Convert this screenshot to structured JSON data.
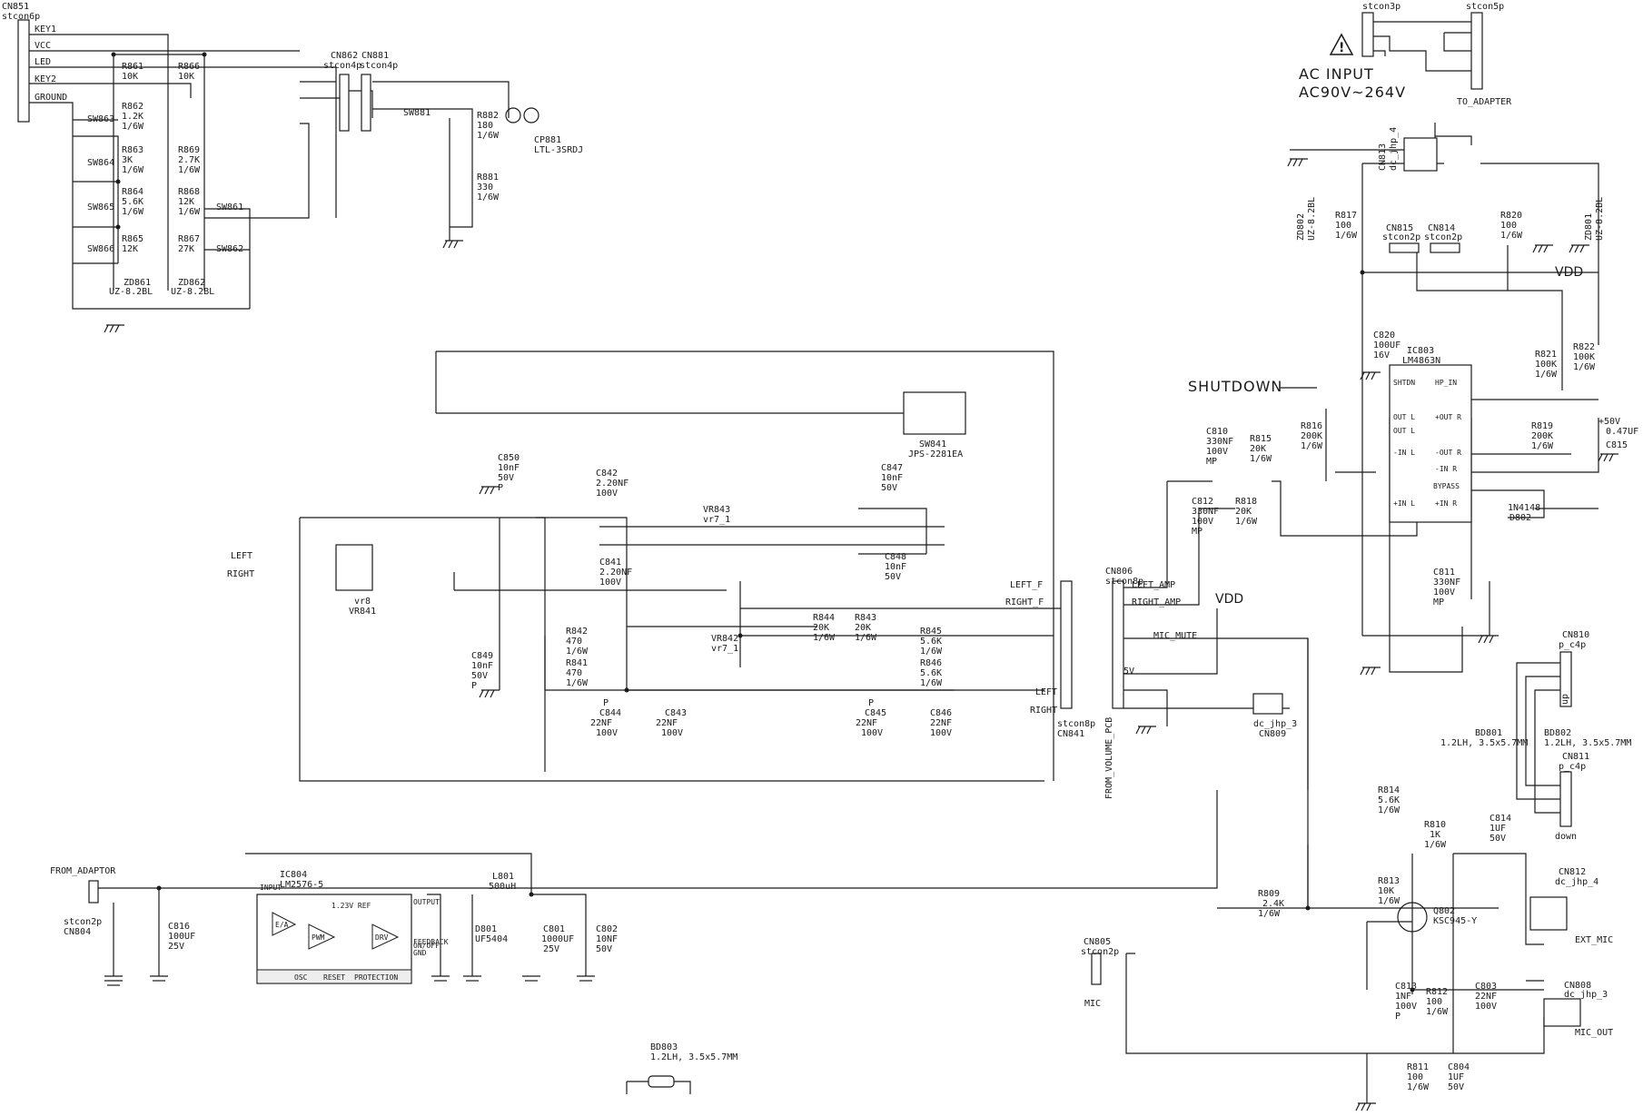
{
  "power_panel": {
    "connector_ref": "CN851",
    "connector_type": "stcon6p",
    "pins": [
      "KEY1",
      "VCC",
      "LED",
      "KEY2",
      "GROUND"
    ],
    "resistors": [
      {
        "ref": "R861",
        "value": "10K"
      },
      {
        "ref": "R862",
        "value": "1.2K",
        "rating": "1/6W"
      },
      {
        "ref": "R863",
        "value": "3K",
        "rating": "1/6W"
      },
      {
        "ref": "R864",
        "value": "5.6K",
        "rating": "1/6W"
      },
      {
        "ref": "R865",
        "value": "12K"
      },
      {
        "ref": "R866",
        "value": "10K"
      },
      {
        "ref": "R869",
        "value": "2.7K",
        "rating": "1/6W"
      },
      {
        "ref": "R868",
        "value": "12K",
        "rating": "1/6W"
      },
      {
        "ref": "R867",
        "value": "27K"
      },
      {
        "ref": "R882",
        "value": "180",
        "rating": "1/6W"
      },
      {
        "ref": "R881",
        "value": "330",
        "rating": "1/6W"
      }
    ],
    "switches": [
      "SW863",
      "SW864",
      "SW865",
      "SW866",
      "SW861",
      "SW862",
      "SW881"
    ],
    "zeners": [
      {
        "ref": "ZD861",
        "part": "UZ-8.2BL"
      },
      {
        "ref": "ZD862",
        "part": "UZ-8.2BL"
      }
    ],
    "connectors": [
      {
        "ref": "CN862",
        "type": "stcon4p"
      },
      {
        "ref": "CN881",
        "type": "stcon4p"
      }
    ],
    "led": {
      "ref": "CP881",
      "part": "LTL-3SRDJ"
    }
  },
  "ac_input": {
    "warning_icon": "warning-triangle-icon",
    "title": "AC INPUT",
    "range": "AC90V~264V",
    "left_connector": "stcon3p",
    "right_connector": "stcon5p",
    "output_label": "TO_ADAPTER"
  },
  "volume_section": {
    "switch": {
      "ref": "SW841",
      "part": "JPS-2281EA"
    },
    "capacitors": [
      {
        "ref": "C850",
        "value": "10nF",
        "rating": "50V",
        "note": "P"
      },
      {
        "ref": "C842",
        "value": "2.20NF",
        "rating": "100V"
      },
      {
        "ref": "C841",
        "value": "2.20NF",
        "rating": "100V"
      },
      {
        "ref": "C847",
        "value": "10nF",
        "rating": "50V"
      },
      {
        "ref": "C848",
        "value": "10nF",
        "rating": "50V"
      },
      {
        "ref": "C849",
        "value": "10nF",
        "rating": "50V",
        "note": "P"
      },
      {
        "ref": "C844",
        "value": "22NF",
        "rating": "100V",
        "note": "P"
      },
      {
        "ref": "C843",
        "value": "22NF",
        "rating": "100V"
      },
      {
        "ref": "C845",
        "value": "22NF",
        "rating": "100V",
        "note": "P"
      },
      {
        "ref": "C846",
        "value": "22NF",
        "rating": "100V"
      }
    ],
    "pots": [
      {
        "ref": "VR843",
        "type": "vr7_1"
      },
      {
        "ref": "VR842",
        "type": "vr7_1"
      },
      {
        "ref": "VR841",
        "type": "vr8"
      }
    ],
    "resistors": [
      {
        "ref": "R842",
        "value": "470",
        "rating": "1/6W"
      },
      {
        "ref": "R841",
        "value": "470",
        "rating": "1/6W"
      },
      {
        "ref": "R844",
        "value": "20K",
        "rating": "1/6W"
      },
      {
        "ref": "R843",
        "value": "20K",
        "rating": "1/6W"
      },
      {
        "ref": "R845",
        "value": "5.6K",
        "rating": "1/6W"
      },
      {
        "ref": "R846",
        "value": "5.6K",
        "rating": "1/6W"
      }
    ],
    "inputs": [
      "LEFT",
      "RIGHT"
    ],
    "connector": {
      "ref": "CN841",
      "type": "stcon8p",
      "net_name": "FROM_VOLUME_PCB"
    },
    "signals": [
      "LEFT_F",
      "RIGHT_F",
      "LEFT",
      "RIGHT"
    ]
  },
  "amp_section": {
    "connector": {
      "ref": "CN806",
      "type": "stcon8p"
    },
    "nets": [
      "LEFT_AMP",
      "RIGHT_AMP",
      "MIC_MUTE",
      "5V"
    ],
    "vdd_label": "VDD",
    "shutdown_label": "SHUTDOWN",
    "ic": {
      "ref": "IC803",
      "part": "LM4863N",
      "pins_left": [
        "SHTDN",
        "OUT L",
        "OUT L",
        "-IN L",
        "+IN L"
      ],
      "pins_right": [
        "HP_IN",
        "+OUT R",
        "-OUT R",
        "-IN R",
        "BYPASS",
        "+IN R"
      ]
    },
    "capacitors": [
      {
        "ref": "C810",
        "value": "330NF",
        "rating": "100V",
        "note": "MP"
      },
      {
        "ref": "C812",
        "value": "330NF",
        "rating": "100V",
        "note": "MP"
      },
      {
        "ref": "C811",
        "value": "330NF",
        "rating": "100V",
        "note": "MP"
      },
      {
        "ref": "C820",
        "value": "100UF",
        "rating": "16V"
      },
      {
        "ref": "C815",
        "value": "0.47UF",
        "rating": "+50V"
      }
    ],
    "resistors": [
      {
        "ref": "R815",
        "value": "20K",
        "rating": "1/6W"
      },
      {
        "ref": "R816",
        "value": "200K",
        "rating": "1/6W"
      },
      {
        "ref": "R818",
        "value": "20K",
        "rating": "1/6W"
      },
      {
        "ref": "R819",
        "value": "200K",
        "rating": "1/6W"
      },
      {
        "ref": "R817",
        "value": "100",
        "rating": "1/6W"
      },
      {
        "ref": "R820",
        "value": "100",
        "rating": "1/6W"
      },
      {
        "ref": "R821",
        "value": "100K",
        "rating": "1/6W"
      },
      {
        "ref": "R822",
        "value": "100K",
        "rating": "1/6W"
      }
    ],
    "diode": {
      "ref": "D802",
      "part": "1N4148"
    },
    "zeners": [
      {
        "ref": "ZD802",
        "part": "UZ-8.2BL"
      },
      {
        "ref": "ZD801",
        "part": "UZ-8.2BL"
      }
    ],
    "connectors": [
      {
        "ref": "CN815",
        "type": "stcon2p"
      },
      {
        "ref": "CN814",
        "type": "stcon2p"
      },
      {
        "ref": "CN813",
        "type": "dc_jhp_4"
      },
      {
        "ref": "CN810",
        "type": "p_c4p",
        "label": "up"
      },
      {
        "ref": "CN811",
        "type": "p_c4p",
        "label": "down"
      }
    ],
    "beads": [
      {
        "ref": "BD801",
        "value": "1.2LH, 3.5x5.7MM"
      },
      {
        "ref": "BD802",
        "value": "1.2LH, 3.5x5.7MM"
      }
    ]
  },
  "mic_section": {
    "connector": {
      "ref": "CN805",
      "type": "stcon2p",
      "label": "MIC"
    },
    "transistor": {
      "ref": "Q802",
      "part": "KSC945-Y"
    },
    "resistors": [
      {
        "ref": "R814",
        "value": "5.6K",
        "rating": "1/6W"
      },
      {
        "ref": "R810",
        "value": "1K",
        "rating": "1/6W"
      },
      {
        "ref": "R813",
        "value": "10K",
        "rating": "1/6W"
      },
      {
        "ref": "R809",
        "value": "2.4K",
        "rating": "1/6W"
      },
      {
        "ref": "R812",
        "value": "100",
        "rating": "1/6W"
      },
      {
        "ref": "R811",
        "value": "100",
        "rating": "1/6W"
      }
    ],
    "capacitors": [
      {
        "ref": "C814",
        "value": "1UF",
        "rating": "50V"
      },
      {
        "ref": "C813",
        "value": "1NF",
        "rating": "100V",
        "note": "P"
      },
      {
        "ref": "C803",
        "value": "22NF",
        "rating": "100V"
      },
      {
        "ref": "C804",
        "value": "1UF",
        "rating": "50V"
      }
    ],
    "jacks": [
      {
        "ref": "CN812",
        "type": "dc_jhp_4",
        "label": "EXT_MIC"
      },
      {
        "ref": "CN808",
        "type": "dc_jhp_3",
        "label": "MIC_OUT"
      },
      {
        "ref": "CN809",
        "type": "dc_jhp_3"
      }
    ]
  },
  "psu_section": {
    "input_label": "FROM_ADAPTOR",
    "connector": {
      "ref": "CN804",
      "type": "stcon2p"
    },
    "cap_in": {
      "ref": "C816",
      "value": "100UF",
      "rating": "25V"
    },
    "ic": {
      "ref": "IC804",
      "part": "LM2576-5",
      "pins": [
        "INPUT",
        "ON/OFF",
        "OUTPUT",
        "FEEDBACK",
        "GND"
      ],
      "blocks": [
        "E/A",
        "PWM",
        "DRV",
        "1.23V REF",
        "OSC",
        "RESET",
        "PROTECTION"
      ]
    },
    "inductor": {
      "ref": "L801",
      "value": "500uH"
    },
    "diode": {
      "ref": "D801",
      "part": "UF5404"
    },
    "caps_out": [
      {
        "ref": "C801",
        "value": "1000UF",
        "rating": "25V"
      },
      {
        "ref": "C802",
        "value": "10NF",
        "rating": "50V"
      }
    ]
  },
  "bead_bottom": {
    "ref": "BD803",
    "value": "1.2LH, 3.5x5.7MM"
  }
}
